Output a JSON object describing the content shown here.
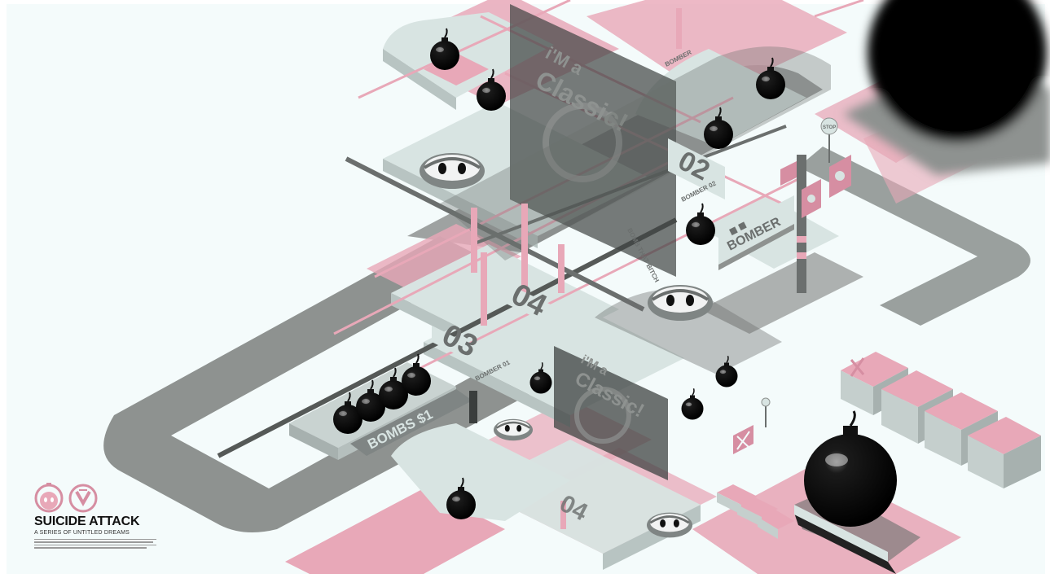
{
  "brand": {
    "title": "SUICIDE ATTACK",
    "subtitle": "A SERIES OF UNTITLED DREAMS"
  },
  "sign_labels": {
    "bomber_large": "BOMBER",
    "bomber_small": "BOMBER",
    "bomber_01": "BOMBER 01",
    "bomber_02": "BOMBER 02",
    "bombs_price": "BOMBS $1",
    "bomb_that": "BOMB THAT BITCH",
    "stop": "STOP"
  },
  "platform_numbers": {
    "p02": "02",
    "p03": "03",
    "p04": "04"
  },
  "panel_text": {
    "line1": "i'M a",
    "line2": "Classic!"
  },
  "colors": {
    "pink": "#e8a8b8",
    "pink_dark": "#d68ea2",
    "grey": "#8e9290",
    "grey_dark": "#6b6f6e",
    "pale": "#d8e4e2",
    "bomb": "#0a0a0a",
    "background": "#f4fbfb"
  },
  "icons": [
    "bomb-icon",
    "bomber-face-icon",
    "skull-sign-icon",
    "x-sign-icon",
    "stop-sign-icon"
  ]
}
